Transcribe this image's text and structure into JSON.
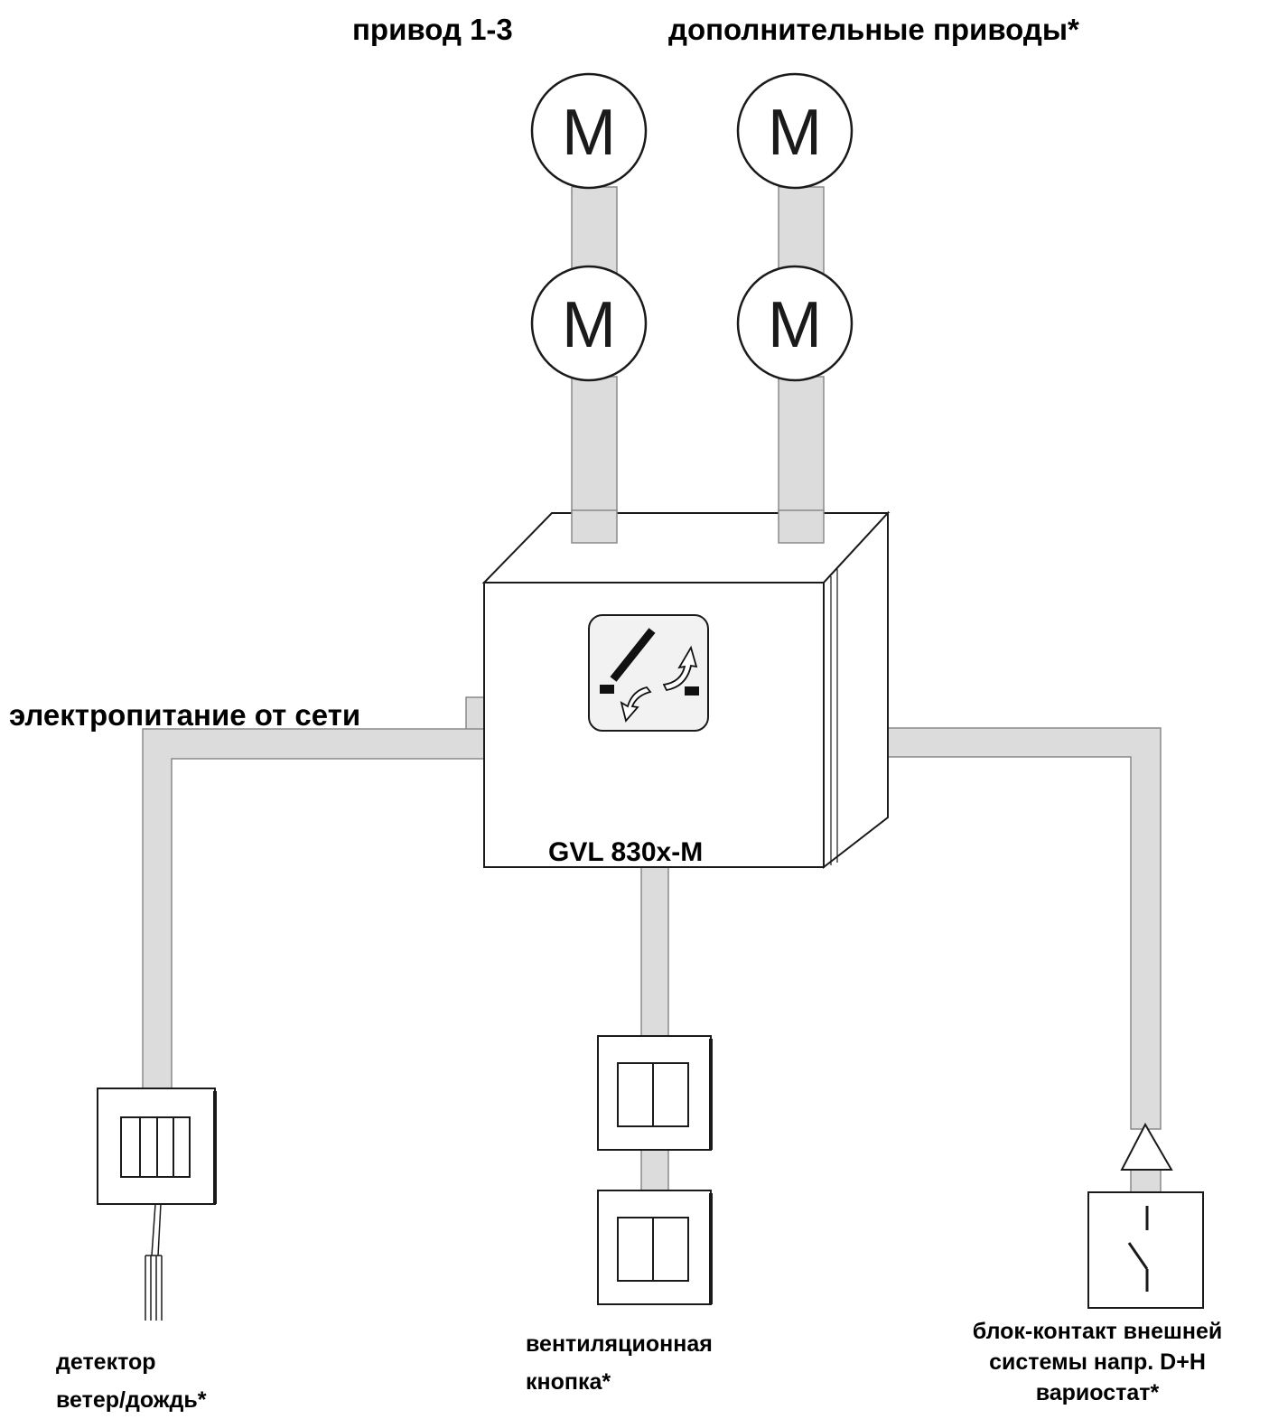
{
  "labels": {
    "drive_1_3": "привод 1-3",
    "additional_drives": "дополнительные приводы*",
    "mains_power": "электропитание от сети",
    "device_name": "GVL 830x-M",
    "detector_line1": "детектор",
    "detector_line2": "ветер/дождь*",
    "vent_button_line1": "вентиляционная",
    "vent_button_line2": "кнопка*",
    "external_line1": "блок-контакт внешней",
    "external_line2": "системы напр. D+H",
    "external_line3": "вариостат*"
  },
  "motor_symbol": "M",
  "colors": {
    "cable": "#dcdcdc",
    "outline": "#1a1a1a",
    "background": "#ffffff"
  }
}
